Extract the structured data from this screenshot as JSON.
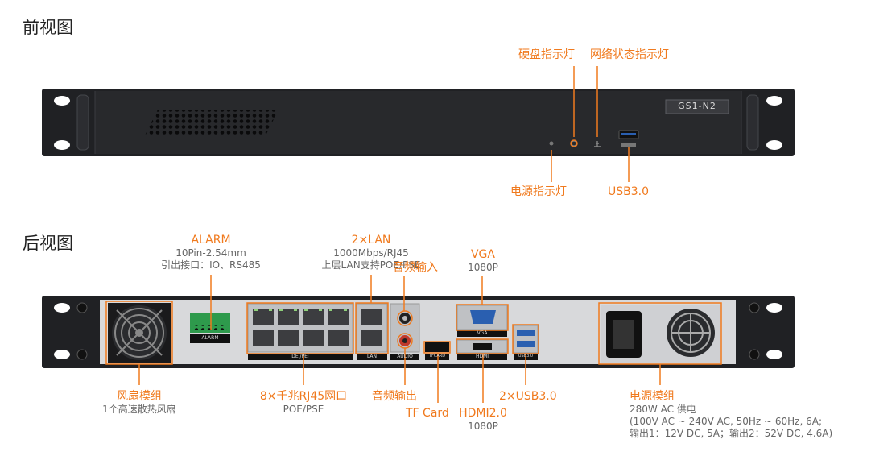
{
  "front": {
    "title": "前视图",
    "model": "GS1-N2",
    "labels": {
      "hdd_led": "硬盘指示灯",
      "net_led": "网络状态指示灯",
      "power_led": "电源指示灯",
      "usb": "USB3.0"
    }
  },
  "rear": {
    "title": "后视图",
    "alarm": {
      "name": "ALARM",
      "line1": "10Pin-2.54mm",
      "line2": "引出接口：IO、RS485",
      "silk": "ALARM"
    },
    "lan": {
      "name": "2×LAN",
      "line1": "1000Mbps/RJ45",
      "line2": "上层LAN支持POE/PSE",
      "silk": "LAN"
    },
    "audio_in": "音频输入",
    "vga": {
      "name": "VGA",
      "line1": "1080P",
      "silk": "VGA"
    },
    "fan": {
      "name": "风扇模组",
      "line1": "1个高速散热风扇"
    },
    "poe": {
      "name": "8×千兆RJ45网口",
      "line1": "POE/PSE",
      "silk": "DEI/PEI"
    },
    "audio_out": "音频输出",
    "audio_silk": "AUDIO",
    "tf": {
      "name": "TF Card",
      "silk": "TFCARD"
    },
    "hdmi": {
      "name": "HDMI2.0",
      "line1": "1080P",
      "silk": "HDMI"
    },
    "usb": {
      "name": "2×USB3.0",
      "silk": "USB3.0"
    },
    "psu": {
      "name": "电源模组",
      "line1": "280W AC 供电",
      "line2": "(100V AC ~ 240V AC, 50Hz ~ 60Hz, 6A;",
      "line3": "输出1：12V DC, 5A；输出2：52V DC, 4.6A)"
    }
  },
  "colors": {
    "accent": "#f07a1e",
    "chassis": "#232427",
    "rear_panel": "#d8d9db"
  }
}
